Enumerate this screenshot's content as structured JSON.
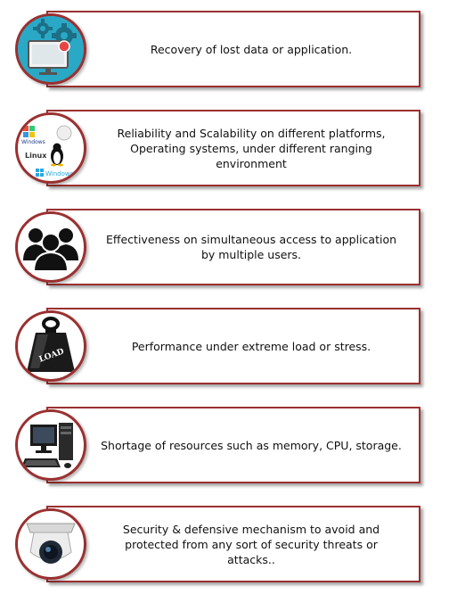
{
  "items": [
    {
      "icon": "monitor-gears-icon",
      "text": "Recovery of lost data or application."
    },
    {
      "icon": "operating-systems-icon",
      "text": "Reliability and Scalability on different platforms,\nOperating systems, under different ranging\nenvironment",
      "logo_text": [
        "Windows",
        "Linux",
        "Windows"
      ]
    },
    {
      "icon": "users-group-icon",
      "text": "Effectiveness on simultaneous access to application\nby multiple users."
    },
    {
      "icon": "load-weight-icon",
      "text": "Performance under extreme load or stress.",
      "weight_label": "LOAD"
    },
    {
      "icon": "desktop-computer-icon",
      "text": "Shortage of resources such as memory, CPU, storage."
    },
    {
      "icon": "security-camera-icon",
      "text": "Security & defensive mechanism to avoid and\nprotected from any sort of security threats or\nattacks.."
    }
  ],
  "colors": {
    "border": "#9b3030",
    "monitor_bg": "#2aa9c6"
  }
}
